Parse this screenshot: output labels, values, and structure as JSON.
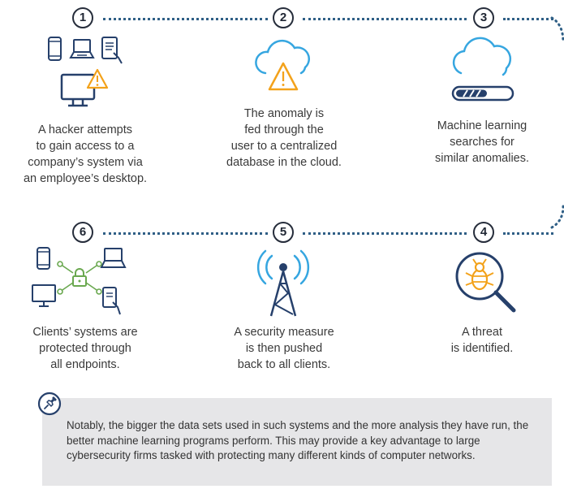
{
  "steps": [
    {
      "number": "1",
      "caption": [
        "A hacker attempts",
        "to gain access to a",
        "company’s system via",
        "an employee’s desktop."
      ]
    },
    {
      "number": "2",
      "caption": [
        "The anomaly is",
        "fed through the",
        "user to a centralized",
        "database in the cloud."
      ]
    },
    {
      "number": "3",
      "caption": [
        "Machine learning",
        "searches for",
        "similar anomalies."
      ]
    },
    {
      "number": "4",
      "caption": [
        "A threat",
        "is identified."
      ]
    },
    {
      "number": "5",
      "caption": [
        "A security measure",
        "is then pushed",
        "back to all clients."
      ]
    },
    {
      "number": "6",
      "caption": [
        "Clients’ systems are",
        "protected through",
        "all endpoints."
      ]
    }
  ],
  "note": {
    "icon": "pin-icon",
    "text": "Notably, the bigger the data sets used in such systems and the more analysis they have run, the better machine learning programs perform. This may provide a key advantage to large cybersecurity firms tasked with protecting many different kinds of computer networks."
  },
  "colors": {
    "dark_blue": "#26406b",
    "light_blue": "#36a6e0",
    "orange": "#f3a21b",
    "green": "#6aa84f",
    "dotted": "#2f5f86",
    "note_bg": "#e6e6e8"
  }
}
